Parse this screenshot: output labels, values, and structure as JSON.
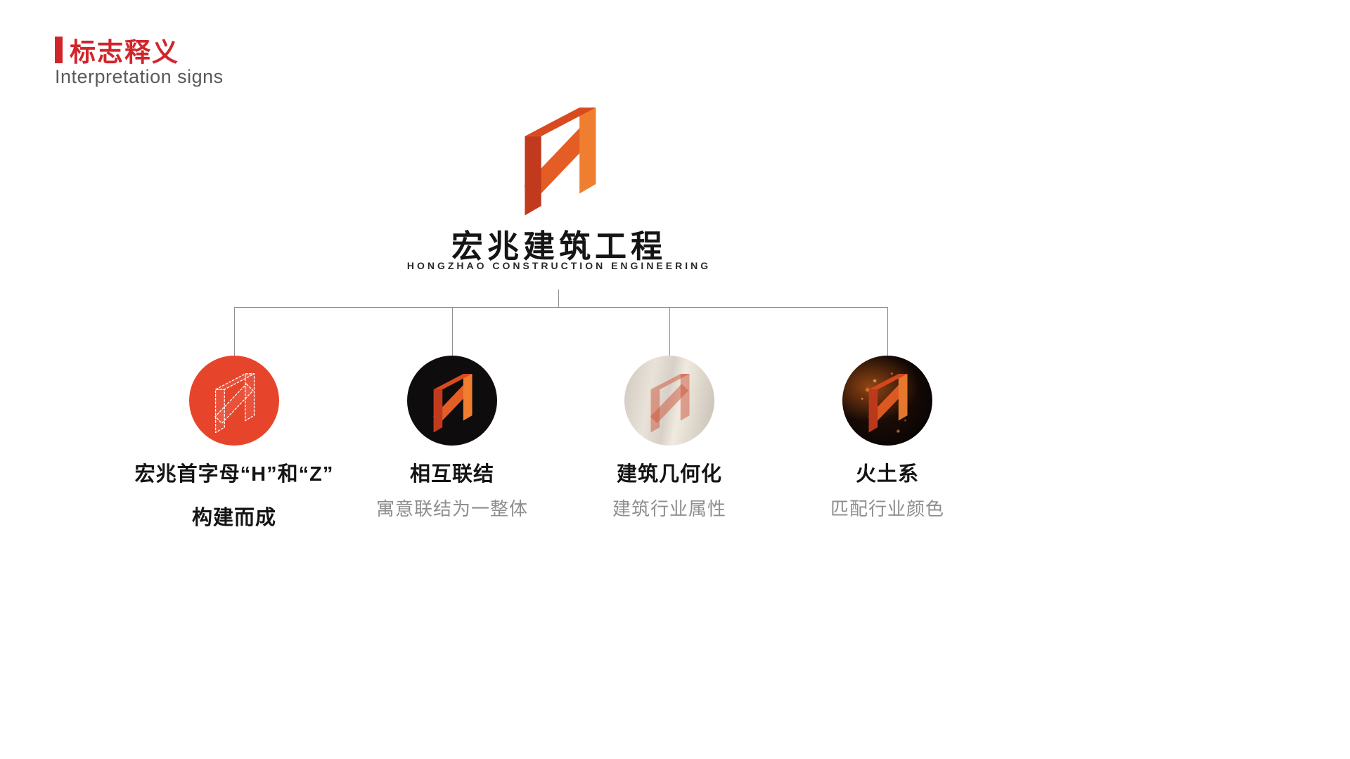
{
  "header": {
    "title": "标志释义",
    "subtitle": "Interpretation signs"
  },
  "logo": {
    "mark": "hz-monogram",
    "name_cn": "宏兆建筑工程",
    "name_en": "HONGZHAO CONSTRUCTION ENGINEERING"
  },
  "colors": {
    "accent_red": "#d2252b",
    "mark_dark": "#c23a1e",
    "mark_mid": "#d84a1f",
    "mark_orange": "#f07e31",
    "mark_diag": "#e35d25"
  },
  "branches": [
    {
      "circle": "red-circle-outlined-mark",
      "title": "宏兆首字母“H”和“Z”",
      "title2": "构建而成",
      "subtitle": ""
    },
    {
      "circle": "black-circle-orange-mark",
      "title": "相互联结",
      "subtitle": "寓意联结为一整体"
    },
    {
      "circle": "building-photo-translucent-mark",
      "title": "建筑几何化",
      "subtitle": "建筑行业属性"
    },
    {
      "circle": "sparks-photo-orange-mark",
      "title": "火土系",
      "subtitle": "匹配行业颜色"
    }
  ]
}
